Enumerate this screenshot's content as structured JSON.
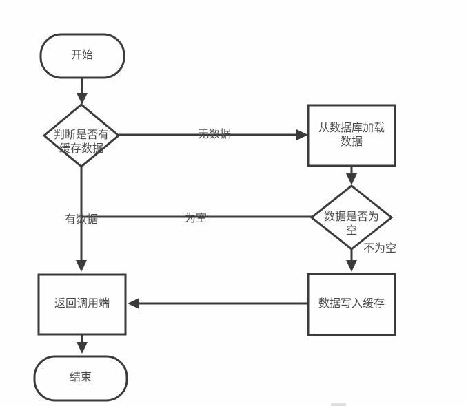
{
  "flowchart": {
    "title": "cache-read flow diagram",
    "nodes": {
      "start": {
        "label": "开始",
        "type": "terminator"
      },
      "check_cache": {
        "label": "判断是否有缓存数据",
        "type": "decision"
      },
      "load_db": {
        "label": "从数据库加载数据",
        "type": "process"
      },
      "is_empty": {
        "label": "数据是否为空",
        "type": "decision"
      },
      "write_cache": {
        "label": "数据写入缓存",
        "type": "process"
      },
      "return_caller": {
        "label": "返回调用端",
        "type": "process"
      },
      "end": {
        "label": "结束",
        "type": "terminator"
      }
    },
    "edge_labels": {
      "no_data": "无数据",
      "has_data": "有数据",
      "empty": "为空",
      "not_empty": "不为空"
    },
    "colors": {
      "stroke": "#3b3b3b",
      "text": "#4a4a4a",
      "background": "#fefefe"
    }
  }
}
